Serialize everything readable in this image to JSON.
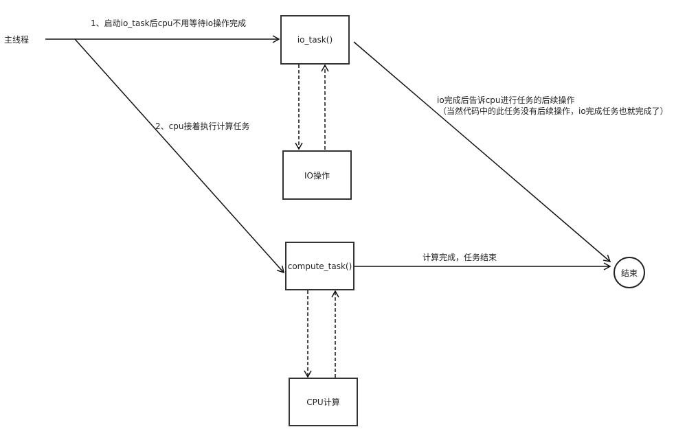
{
  "nodes": {
    "main_thread": "主线程",
    "io_task": "io_task()",
    "io_operation": "IO操作",
    "compute_task": "compute_task()",
    "cpu_compute": "CPU计算",
    "end": "结束"
  },
  "edges": {
    "start_io_task": "1、启动io_task后cpu不用等待io操作完成",
    "cpu_compute_next": "2、cpu接着执行计算任务",
    "io_done_line1": "io完成后告诉cpu进行任务的后续操作",
    "io_done_line2": "（当然代码中的此任务没有后续操作，io完成任务也就完成了）",
    "compute_done": "计算完成，任务结束"
  }
}
